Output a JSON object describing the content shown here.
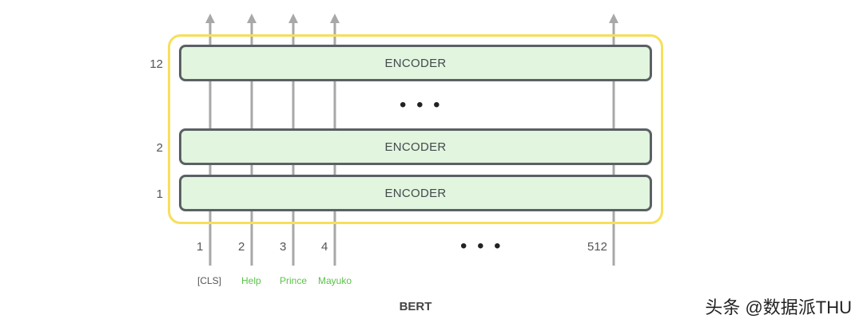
{
  "layers": [
    {
      "number": "12",
      "label": "ENCODER"
    },
    {
      "number": "2",
      "label": "ENCODER"
    },
    {
      "number": "1",
      "label": "ENCODER"
    }
  ],
  "ellipsis": "• • •",
  "positions": [
    "1",
    "2",
    "3",
    "4",
    "512"
  ],
  "tokens": [
    {
      "text": "[CLS]",
      "color": "#555555"
    },
    {
      "text": "Help",
      "color": "#5cc24a"
    },
    {
      "text": "Prince",
      "color": "#5cc24a"
    },
    {
      "text": "Mayuko",
      "color": "#5cc24a"
    }
  ],
  "caption": "BERT",
  "watermark": "头条 @数据派THU",
  "colors": {
    "encoder_fill": "#e1f5df",
    "encoder_border": "#5a6063",
    "frame": "#f7df5a",
    "arrow": "#a8a8a8",
    "token_highlight": "#5cc24a"
  }
}
